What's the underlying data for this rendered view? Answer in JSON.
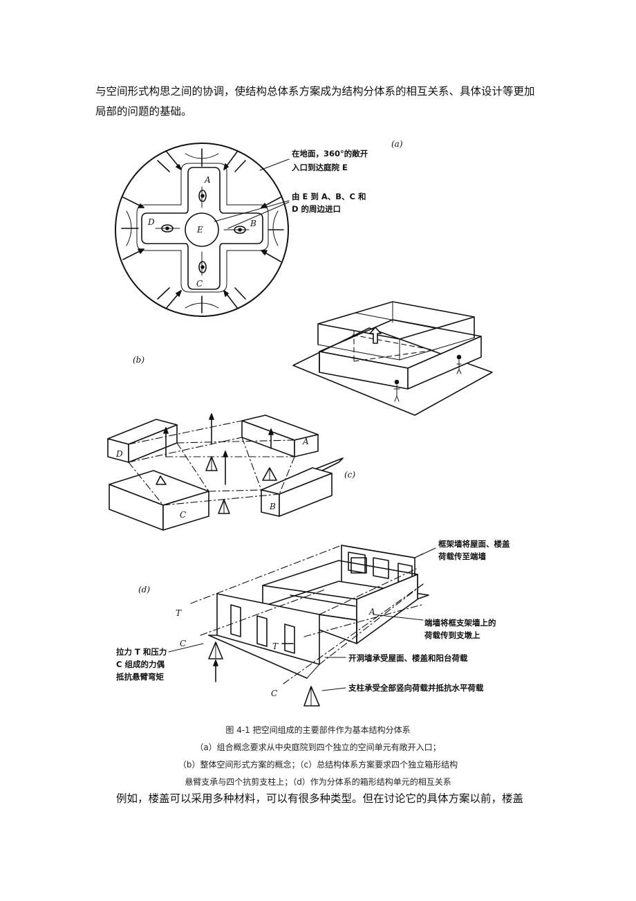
{
  "text": {
    "paragraph_top": "与空间形式构思之间的协调，使结构总体系方案成为结构分体系的相互关系、具体设计等更加局部的问题的基础。",
    "paragraph_bottom": "例如，楼盖可以采用多种材料，可以有很多种类型。但在讨论它的具体方案以前，楼盖"
  },
  "figure": {
    "label_a": "(a)",
    "label_b": "(b)",
    "label_c": "(c)",
    "label_d": "(d)",
    "note_a1_line1": "在地面，360°的敞开",
    "note_a1_line2": "入口到达庭院 E",
    "note_a2_line1": "由 E 到 A、B、C 和",
    "note_a2_line2": "D 的周边进口",
    "unit_A": "A",
    "unit_B": "B",
    "unit_C": "C",
    "unit_D": "D",
    "unit_E": "E",
    "note_d1_line1": "框架墙将屋面、楼盖",
    "note_d1_line2": "荷载传至端墙",
    "note_d2_line1": "端墙将框支架墙上的",
    "note_d2_line2": "荷载传到支墩上",
    "note_d3": "开洞墙承受屋面、楼盖和阳台荷载",
    "note_d4": "支柱承受全部竖向荷载并抵抗水平荷载",
    "note_d5_line1": "拉力 T 和压力",
    "note_d5_line2": "C 组成的力偶",
    "note_d5_line3": "抵抗悬臂弯矩",
    "force_T": "T",
    "force_C": "C"
  },
  "caption": {
    "line1": "图 4-1  把空间组成的主要部件作为基本结构分体系",
    "line2": "（a）组合概念要求从中央庭院到四个独立的空间单元有敞开入口；",
    "line3": "（b）整体空间形式方案的概念；（c）总结构体系方案要求四个独立箱形结构",
    "line4": "悬臂支承与四个抗剪支柱上；（d）作为分体系的箱形结构单元的相互关系"
  }
}
